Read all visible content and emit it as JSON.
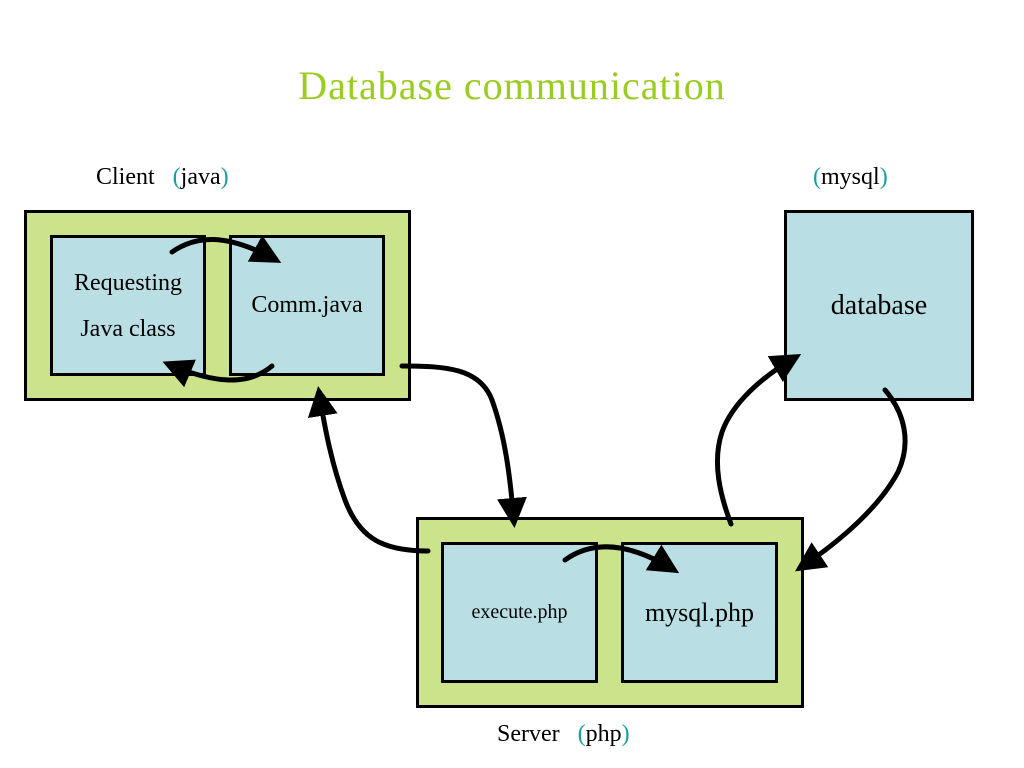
{
  "title": "Database  communication",
  "client": {
    "label": "Client",
    "lang": "java"
  },
  "db_group": {
    "lang": "mysql"
  },
  "server": {
    "label": "Server",
    "lang": "php"
  },
  "boxes": {
    "requesting_line1": "Requesting",
    "requesting_line2": "Java class",
    "comm": "Comm.java",
    "database": "database",
    "execute": "execute.php",
    "mysql": "mysql.php"
  },
  "colors": {
    "title": "#9ACD1F",
    "outer_fill": "#cbe38a",
    "inner_fill": "#b9dfe4",
    "paren": "#1a9fa0"
  }
}
